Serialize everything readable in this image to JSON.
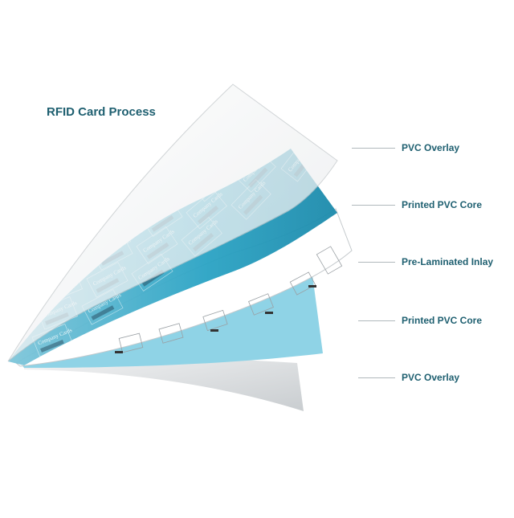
{
  "diagram": {
    "title": "RFID Card Process",
    "layers": [
      {
        "label": "PVC Overlay"
      },
      {
        "label": "Printed PVC Core"
      },
      {
        "label": "Pre-Laminated Inlay"
      },
      {
        "label": "Printed PVC Core"
      },
      {
        "label": "PVC Overlay"
      }
    ],
    "card_text": "Company Cards"
  },
  "colors": {
    "title": "#1e5f70",
    "label": "#1e5f70",
    "leader": "#b0b8bc",
    "core_blue": "#2aa3c4",
    "core_blue_dark": "#1c8aab",
    "back_core_blue": "#8fd3e6",
    "overlay_gray": "#d9dcde",
    "inlay_white": "#ffffff"
  }
}
